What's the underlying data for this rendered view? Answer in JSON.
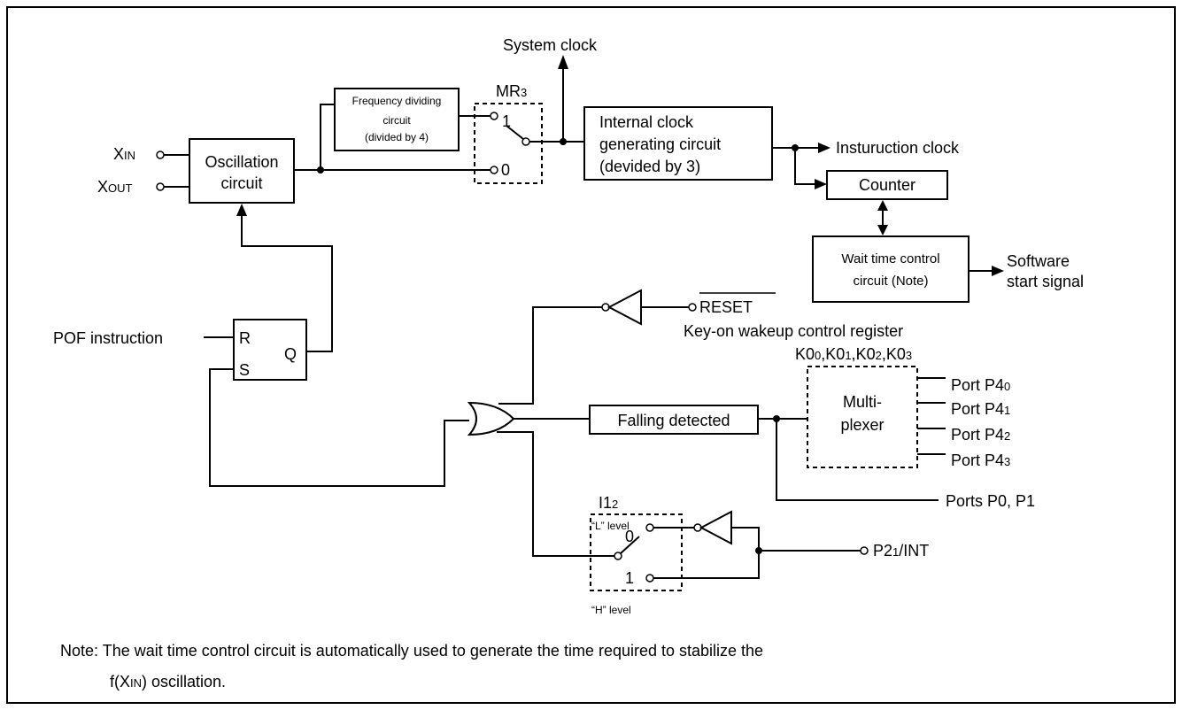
{
  "labels": {
    "system_clock": "System clock",
    "xin_main": "X",
    "xin_sub": "IN",
    "xout_main": "X",
    "xout_sub": "OUT",
    "osc_line1": "Oscillation",
    "osc_line2": "circuit",
    "freq_line1": "Frequency dividing",
    "freq_line2": "circuit",
    "freq_line3": "(divided by 4)",
    "mr_main": "MR",
    "mr_sub": "3",
    "mr_opt1": "1",
    "mr_opt0": "0",
    "icg_line1": "Internal clock",
    "icg_line2": "generating circuit",
    "icg_line3": "(devided by 3)",
    "instruction_clock": "Insturuction clock",
    "counter": "Counter",
    "wait_line1": "Wait time control",
    "wait_line2": "circuit (Note)",
    "software_line1": "Software",
    "software_line2": "start signal",
    "reset": "RESET",
    "keyon_reg": "Key-on wakeup control register",
    "k_regs": [
      {
        "main": "K0",
        "sub": "0",
        "sep": ","
      },
      {
        "main": "K0",
        "sub": "1",
        "sep": ","
      },
      {
        "main": "K0",
        "sub": "2",
        "sep": ","
      },
      {
        "main": "K0",
        "sub": "3",
        "sep": ""
      }
    ],
    "pof": "POF instruction",
    "ff_r": "R",
    "ff_s": "S",
    "ff_q": "Q",
    "mux_line1": "Multi-",
    "mux_line2": "plexer",
    "ports": [
      {
        "main": "Port P4",
        "sub": "0"
      },
      {
        "main": "Port P4",
        "sub": "1"
      },
      {
        "main": "Port P4",
        "sub": "2"
      },
      {
        "main": "Port P4",
        "sub": "3"
      }
    ],
    "falling": "Falling detected",
    "ports_p0p1": "Ports P0, P1",
    "i1_main": "I1",
    "i1_sub": "2",
    "l_level": "“L” level",
    "h_level": "“H” level",
    "i1_opt0": "0",
    "i1_opt1": "1",
    "p21_main": "P2",
    "p21_sub": "1",
    "p21_rest": "/INT"
  },
  "note": {
    "line1": "Note:  The wait time control circuit is automatically used to generate the time required to stabilize the",
    "line2_pre": "f(X",
    "line2_sub": "IN",
    "line2_post": ") oscillation."
  }
}
